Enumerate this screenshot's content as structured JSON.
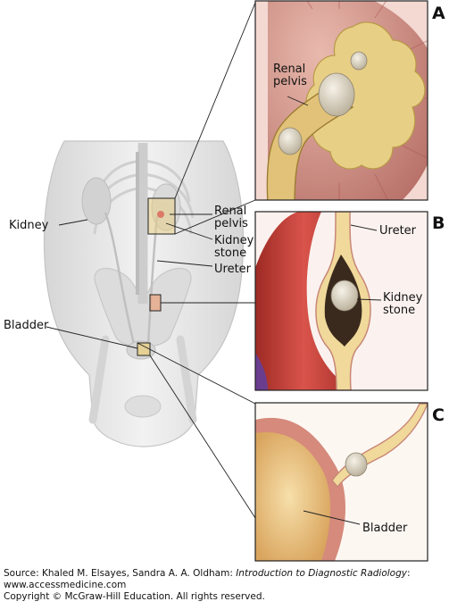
{
  "labels": {
    "kidney": "Kidney",
    "renal_pelvis_line1": "Renal",
    "renal_pelvis_line2": "pelvis",
    "kidney_stone_line1": "Kidney",
    "kidney_stone_line2": "stone",
    "ureter": "Ureter",
    "bladder": "Bladder"
  },
  "panels": {
    "a": {
      "letter": "A",
      "renal_pelvis_line1": "Renal",
      "renal_pelvis_line2": "pelvis"
    },
    "b": {
      "letter": "B",
      "ureter": "Ureter",
      "kidney_stone_line1": "Kidney",
      "kidney_stone_line2": "stone"
    },
    "c": {
      "letter": "C",
      "bladder": "Bladder"
    }
  },
  "source": {
    "prefix": "Source: Khaled M. Elsayes, Sandra A. A. Oldham: ",
    "book_title": "Introduction to Diagnostic Radiology",
    "suffix": ":",
    "website": "www.accessmedicine.com",
    "copyright": "Copyright © McGraw-Hill Education. All rights reserved."
  },
  "colors": {
    "body": "#e6e6e6",
    "body_outline": "#c4c4c4",
    "kidney_tissue": "#c98b82",
    "calyx": "#e8cf86",
    "stone": "#e3dccb",
    "vessel": "#c8413a",
    "vein": "#6a3d8f",
    "bladder_lumen": "#e9c383",
    "tissue_wall": "#d58a7b"
  }
}
